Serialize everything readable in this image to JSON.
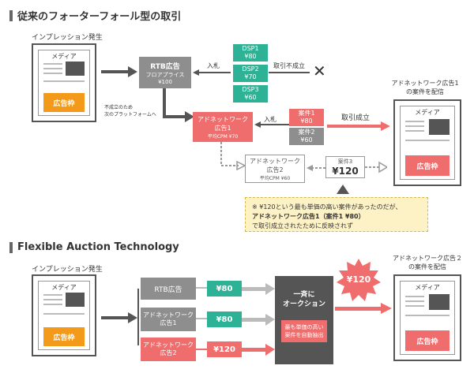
{
  "waterfall": {
    "title": "従来のフォーターフォール型の取引",
    "impression_label": "インプレッション発生",
    "media_label": "メディア",
    "ad_slot_label": "広告枠",
    "rtb": {
      "name": "RTB広告",
      "floor": "フロアプライス",
      "floor_price": "¥100"
    },
    "bid_label": "入札",
    "dsps": [
      {
        "name": "DSP1",
        "price": "¥80"
      },
      {
        "name": "DSP2",
        "price": "¥70"
      },
      {
        "name": "DSP3",
        "price": "¥60"
      }
    ],
    "no_deal_label": "取引不成立",
    "fallback_label_1": "不成立のため",
    "fallback_label_2": "次のプラットフォームへ",
    "adnet1": {
      "name_1": "アドネットワーク",
      "name_2": "広告1",
      "avg": "平均CPM ¥70"
    },
    "bid_label_2": "入札",
    "cases": [
      {
        "name": "案件1",
        "price": "¥80"
      },
      {
        "name": "案件2",
        "price": "¥60"
      }
    ],
    "deal_label": "取引成立",
    "adnet2": {
      "name_1": "アドネットワーク",
      "name_2": "広告2",
      "avg": "平均CPM ¥60"
    },
    "case3": {
      "name": "案件3",
      "price": "¥120"
    },
    "result_title_1": "アドネットワーク広告1",
    "result_title_2": "の案件を配信",
    "note_line1": "※ ¥120という最も単価の高い案件があったのだが、",
    "note_line2": "アドネットワーク広告1（案件1 ¥80）",
    "note_line3": "で取引成立されたために反映されず"
  },
  "fat": {
    "title": "Flexible Auction Technology",
    "impression_label": "インプレッション発生",
    "media_label": "メディア",
    "ad_slot_label": "広告枠",
    "rows": [
      {
        "name_1": "RTB広告",
        "name_2": "",
        "price": "¥80"
      },
      {
        "name_1": "アドネットワーク",
        "name_2": "広告1",
        "price": "¥80"
      },
      {
        "name_1": "アドネットワーク",
        "name_2": "広告2",
        "price": "¥120"
      }
    ],
    "auction_1": "一斉に",
    "auction_2": "オークション",
    "auto_1": "最も単価の高い",
    "auto_2": "案件を自動抽出",
    "winner_price": "¥120",
    "result_title_1": "アドネットワーク広告２",
    "result_title_2": "の案件を配信"
  },
  "colors": {
    "orange": "#f39a1b",
    "red": "#f06d6d",
    "green": "#2db295",
    "gray": "#8e8e8e",
    "dark": "#333333"
  }
}
